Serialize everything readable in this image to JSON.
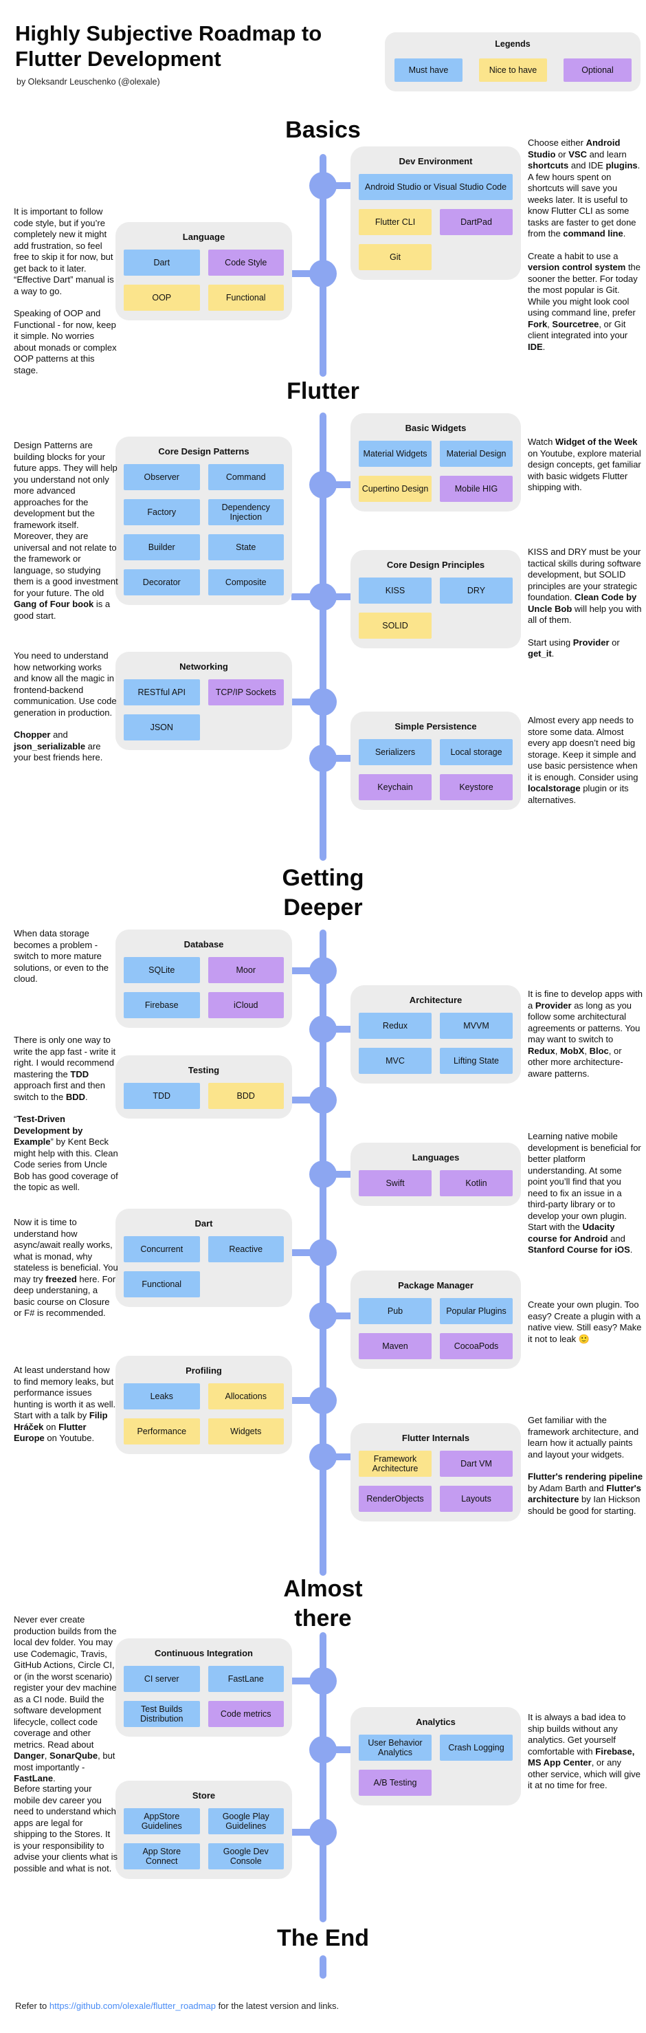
{
  "header": {
    "title": "Highly Subjective Roadmap to Flutter Development",
    "author": "by Oleksandr Leuschenko (@olexale)"
  },
  "legend": {
    "title": "Legends",
    "items": [
      {
        "label": "Must have",
        "color": "blue"
      },
      {
        "label": "Nice to have",
        "color": "yellow"
      },
      {
        "label": "Optional",
        "color": "purple"
      }
    ]
  },
  "colors": {
    "must_have": "#92c5f8",
    "nice_to_have": "#fbe48c",
    "optional": "#c49cf1",
    "timeline": "#8ca6f1",
    "card_background": "#ececec",
    "link": "#4a8cf5"
  },
  "sections": {
    "basics": "Basics",
    "flutter": "Flutter",
    "deeper": "Getting Deeper",
    "almost": "Almost there",
    "end": "The End"
  },
  "milestones": [
    {
      "id": "dev_env",
      "title": "Dev Environment",
      "chips": [
        {
          "label": "Android Studio or Visual Studio Code",
          "color": "blue",
          "wide": true
        },
        {
          "label": "Flutter CLI",
          "color": "yellow"
        },
        {
          "label": "DartPad",
          "color": "purple"
        },
        {
          "label": "Git",
          "color": "yellow"
        }
      ]
    },
    {
      "id": "language",
      "title": "Language",
      "chips": [
        {
          "label": "Dart",
          "color": "blue"
        },
        {
          "label": "Code Style",
          "color": "purple"
        },
        {
          "label": "OOP",
          "color": "yellow"
        },
        {
          "label": "Functional",
          "color": "yellow"
        }
      ]
    },
    {
      "id": "basic_widgets",
      "title": "Basic Widgets",
      "chips": [
        {
          "label": "Material Widgets",
          "color": "blue"
        },
        {
          "label": "Material Design",
          "color": "blue"
        },
        {
          "label": "Cupertino Design",
          "color": "yellow"
        },
        {
          "label": "Mobile HIG",
          "color": "purple"
        }
      ]
    },
    {
      "id": "patterns",
      "title": "Core Design Patterns",
      "chips": [
        {
          "label": "Observer",
          "color": "blue"
        },
        {
          "label": "Command",
          "color": "blue"
        },
        {
          "label": "Factory",
          "color": "blue"
        },
        {
          "label": "Dependency Injection",
          "color": "blue"
        },
        {
          "label": "Builder",
          "color": "blue"
        },
        {
          "label": "State",
          "color": "blue"
        },
        {
          "label": "Decorator",
          "color": "blue"
        },
        {
          "label": "Composite",
          "color": "blue"
        }
      ]
    },
    {
      "id": "principles",
      "title": "Core Design Principles",
      "chips": [
        {
          "label": "KISS",
          "color": "blue"
        },
        {
          "label": "DRY",
          "color": "blue"
        },
        {
          "label": "SOLID",
          "color": "yellow"
        }
      ]
    },
    {
      "id": "networking",
      "title": "Networking",
      "chips": [
        {
          "label": "RESTful API",
          "color": "blue"
        },
        {
          "label": "TCP/IP Sockets",
          "color": "purple"
        },
        {
          "label": "JSON",
          "color": "blue"
        }
      ]
    },
    {
      "id": "persistence",
      "title": "Simple Persistence",
      "chips": [
        {
          "label": "Serializers",
          "color": "blue"
        },
        {
          "label": "Local storage",
          "color": "blue"
        },
        {
          "label": "Keychain",
          "color": "purple"
        },
        {
          "label": "Keystore",
          "color": "purple"
        }
      ]
    },
    {
      "id": "database",
      "title": "Database",
      "chips": [
        {
          "label": "SQLite",
          "color": "blue"
        },
        {
          "label": "Moor",
          "color": "purple"
        },
        {
          "label": "Firebase",
          "color": "blue"
        },
        {
          "label": "iCloud",
          "color": "purple"
        }
      ]
    },
    {
      "id": "architecture",
      "title": "Architecture",
      "chips": [
        {
          "label": "Redux",
          "color": "blue"
        },
        {
          "label": "MVVM",
          "color": "blue"
        },
        {
          "label": "MVC",
          "color": "blue"
        },
        {
          "label": "Lifting State",
          "color": "blue"
        }
      ]
    },
    {
      "id": "testing",
      "title": "Testing",
      "chips": [
        {
          "label": "TDD",
          "color": "blue"
        },
        {
          "label": "BDD",
          "color": "yellow"
        }
      ]
    },
    {
      "id": "languages",
      "title": "Languages",
      "chips": [
        {
          "label": "Swift",
          "color": "purple"
        },
        {
          "label": "Kotlin",
          "color": "purple"
        }
      ]
    },
    {
      "id": "dart",
      "title": "Dart",
      "chips": [
        {
          "label": "Concurrent",
          "color": "blue"
        },
        {
          "label": "Reactive",
          "color": "blue"
        },
        {
          "label": "Functional",
          "color": "blue"
        }
      ]
    },
    {
      "id": "package_manager",
      "title": "Package Manager",
      "chips": [
        {
          "label": "Pub",
          "color": "blue"
        },
        {
          "label": "Popular Plugins",
          "color": "blue"
        },
        {
          "label": "Maven",
          "color": "purple"
        },
        {
          "label": "CocoaPods",
          "color": "purple"
        }
      ]
    },
    {
      "id": "profiling",
      "title": "Profiling",
      "chips": [
        {
          "label": "Leaks",
          "color": "blue"
        },
        {
          "label": "Allocations",
          "color": "yellow"
        },
        {
          "label": "Performance",
          "color": "yellow"
        },
        {
          "label": "Widgets",
          "color": "yellow"
        }
      ]
    },
    {
      "id": "internals",
      "title": "Flutter Internals",
      "chips": [
        {
          "label": "Framework Architecture",
          "color": "yellow"
        },
        {
          "label": "Dart VM",
          "color": "purple"
        },
        {
          "label": "RenderObjects",
          "color": "purple"
        },
        {
          "label": "Layouts",
          "color": "purple"
        }
      ]
    },
    {
      "id": "ci",
      "title": "Continuous Integration",
      "chips": [
        {
          "label": "CI server",
          "color": "blue"
        },
        {
          "label": "FastLane",
          "color": "blue"
        },
        {
          "label": "Test Builds Distribution",
          "color": "blue"
        },
        {
          "label": "Code metrics",
          "color": "purple"
        }
      ]
    },
    {
      "id": "analytics",
      "title": "Analytics",
      "chips": [
        {
          "label": "User Behavior Analytics",
          "color": "blue"
        },
        {
          "label": "Crash Logging",
          "color": "blue"
        },
        {
          "label": "A/B Testing",
          "color": "purple"
        }
      ]
    },
    {
      "id": "store",
      "title": "Store",
      "chips": [
        {
          "label": "AppStore Guidelines",
          "color": "blue"
        },
        {
          "label": "Google Play Guidelines",
          "color": "blue"
        },
        {
          "label": "App Store Connect",
          "color": "blue"
        },
        {
          "label": "Google Dev Console",
          "color": "blue"
        }
      ]
    }
  ],
  "annotations": {
    "dev_env": [
      [
        {
          "t": "Choose either "
        },
        {
          "t": "Android Studio",
          "b": true
        },
        {
          "t": " or "
        },
        {
          "t": "VSC",
          "b": true
        },
        {
          "t": " and learn "
        },
        {
          "t": "shortcuts",
          "b": true
        },
        {
          "t": " and IDE "
        },
        {
          "t": "plugins",
          "b": true
        },
        {
          "t": ". A few hours spent on shortcuts will save you weeks later. It is useful to know Flutter CLI as some tasks are faster to get done from the "
        },
        {
          "t": "command line",
          "b": true
        },
        {
          "t": "."
        }
      ],
      [
        {
          "t": "Create a habit to use a "
        },
        {
          "t": "version control system",
          "b": true
        },
        {
          "t": " the sooner the better. For today the most popular is Git. While you might look cool using command line, prefer "
        },
        {
          "t": "Fork",
          "b": true
        },
        {
          "t": ", "
        },
        {
          "t": "Sourcetree",
          "b": true
        },
        {
          "t": ", or Git client integrated into your "
        },
        {
          "t": "IDE",
          "b": true
        },
        {
          "t": "."
        }
      ]
    ],
    "language": [
      [
        {
          "t": "It is important to follow code style, but if you’re completely new it might add frustration, so feel free to skip it for now, but get back to it later. “Effective Dart” manual is a way to go."
        }
      ],
      [
        {
          "t": "Speaking of OOP and Functional - for now, keep it simple. No worries about monads or complex OOP patterns at this stage."
        }
      ]
    ],
    "basic_widgets": [
      [
        {
          "t": "Watch "
        },
        {
          "t": "Widget of the Week",
          "b": true
        },
        {
          "t": " on Youtube, explore material design concepts, get familiar with basic widgets Flutter shipping with."
        }
      ]
    ],
    "patterns": [
      [
        {
          "t": "Design Patterns are building blocks for your future apps. They will help you understand not only more advanced approaches for the development but the framework itself. Moreover, they are universal and not relate to the framework or language, so studying them is a good investment for your future. The old "
        },
        {
          "t": "Gang of Four book",
          "b": true
        },
        {
          "t": " is a good start."
        }
      ]
    ],
    "principles": [
      [
        {
          "t": "KISS and DRY must be your tactical skills during software development, but SOLID principles are your strategic foundation. "
        },
        {
          "t": "Clean Code by Uncle Bob",
          "b": true
        },
        {
          "t": " will help you with all of them."
        }
      ],
      [
        {
          "t": "Start using "
        },
        {
          "t": "Provider",
          "b": true
        },
        {
          "t": " or "
        },
        {
          "t": "get_it",
          "b": true
        },
        {
          "t": "."
        }
      ]
    ],
    "networking": [
      [
        {
          "t": "You need to understand how networking works and know all the magic in frontend-backend communication. Use code generation in production."
        }
      ],
      [
        {
          "t": "Chopper",
          "b": true
        },
        {
          "t": " and "
        },
        {
          "t": "json_serializable",
          "b": true
        },
        {
          "t": " are your best friends here."
        }
      ]
    ],
    "persistence": [
      [
        {
          "t": "Almost every app needs to store some data. Almost every app doesn’t need big storage. Keep it simple and use basic persistence when it is enough. Consider using "
        },
        {
          "t": "localstorage",
          "b": true
        },
        {
          "t": " plugin or its alternatives."
        }
      ]
    ],
    "database": [
      [
        {
          "t": "When data storage becomes a problem - switch to more mature solutions, or even to the cloud."
        }
      ]
    ],
    "architecture": [
      [
        {
          "t": "It is fine to develop apps with a "
        },
        {
          "t": "Provider",
          "b": true
        },
        {
          "t": " as long as you follow some architectural agreements or patterns. You may want to switch to "
        },
        {
          "t": "Redux",
          "b": true
        },
        {
          "t": ", "
        },
        {
          "t": "MobX",
          "b": true
        },
        {
          "t": ", "
        },
        {
          "t": "Bloc",
          "b": true
        },
        {
          "t": ", or other more architecture-aware patterns."
        }
      ]
    ],
    "testing": [
      [
        {
          "t": "There is only one way to write the app fast - write it right. I would recommend mastering the "
        },
        {
          "t": "TDD",
          "b": true
        },
        {
          "t": " approach first and then switch to the "
        },
        {
          "t": "BDD",
          "b": true
        },
        {
          "t": "."
        }
      ],
      [
        {
          "t": "“"
        },
        {
          "t": "Test-Driven Development by Example",
          "b": true
        },
        {
          "t": "” by Kent Beck might help with this. Clean Code series from Uncle Bob has good coverage of the topic as well."
        }
      ]
    ],
    "languages": [
      [
        {
          "t": "Learning native mobile development is beneficial for better platform understanding. At some point you’ll find that you need to fix an issue in a third-party library or to develop your own plugin. Start with the "
        },
        {
          "t": "Udacity course for Android",
          "b": true
        },
        {
          "t": " and "
        },
        {
          "t": "Stanford Course for iOS",
          "b": true
        },
        {
          "t": "."
        }
      ]
    ],
    "dart": [
      [
        {
          "t": "Now it is time to understand how async/await really works, what is monad, why stateless is beneficial. You may try "
        },
        {
          "t": "freezed",
          "b": true
        },
        {
          "t": " here. For deep understaning, a basic course on Closure or F# is recommended."
        }
      ]
    ],
    "package_manager": [
      [
        {
          "t": "Create your own plugin. Too easy? Create a plugin with a native view. Still easy? Make it not to leak 🙂"
        }
      ]
    ],
    "profiling": [
      [
        {
          "t": "At least understand how to find memory leaks, but performance issues hunting is worth it as well. Start with a talk by "
        },
        {
          "t": "Filip Hráček",
          "b": true
        },
        {
          "t": " on "
        },
        {
          "t": "Flutter Europe",
          "b": true
        },
        {
          "t": " on Youtube."
        }
      ]
    ],
    "internals": [
      [
        {
          "t": "Get familiar with the framework architecture, and learn how it actually paints and layout your widgets."
        }
      ],
      [
        {
          "t": "Flutter's rendering pipeline",
          "b": true
        },
        {
          "t": " by Adam Barth and "
        },
        {
          "t": "Flutter's architecture",
          "b": true
        },
        {
          "t": " by Ian Hickson should be good for starting."
        }
      ]
    ],
    "ci": [
      [
        {
          "t": "Never ever create production builds from the local dev folder. You may use Codemagic, Travis, GitHub Actions, Circle CI, or (in the worst scenario) register your dev machine as a CI node. Build the software development lifecycle, collect code coverage and other metrics. Read about "
        },
        {
          "t": "Danger",
          "b": true
        },
        {
          "t": ", "
        },
        {
          "t": "SonarQube",
          "b": true
        },
        {
          "t": ", but most importantly - "
        },
        {
          "t": "FastLane",
          "b": true
        },
        {
          "t": "."
        }
      ]
    ],
    "analytics": [
      [
        {
          "t": "It is always a bad idea to ship builds without any analytics. Get yourself comfortable with "
        },
        {
          "t": "Firebase, MS App Center",
          "b": true
        },
        {
          "t": ", or any other service, which will give it at no time for free."
        }
      ]
    ],
    "store": [
      [
        {
          "t": "Before starting your mobile dev career you need to understand which apps are legal for shipping to the Stores. It is your responsibility to advise your clients what is possible and what is not."
        }
      ]
    ]
  },
  "footer": {
    "prefix": "Refer to ",
    "link": "https://github.com/olexale/flutter_roadmap",
    "suffix": " for the latest version and links."
  }
}
